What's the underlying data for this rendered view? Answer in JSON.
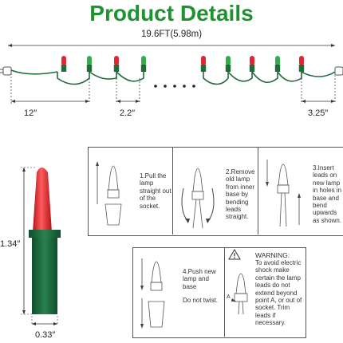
{
  "page": {
    "title": "Product Details",
    "title_color": "#1e9130",
    "wire_color": "#1f6b3a",
    "bulb_red": "#e0262e",
    "bulb_green": "#2fae4a"
  },
  "string_diagram": {
    "total_length": "19.6FT(5.98m)",
    "lead_length": "12″",
    "bulb_spacing": "2.2″",
    "end_length": "3.25″"
  },
  "bulb": {
    "height": "1.34″",
    "base_width": "0.33″"
  },
  "steps": [
    {
      "label": "1.Pull the lamp straight out of the socket."
    },
    {
      "label": "2.Remove old lamp from inner base by bending leads straight."
    },
    {
      "label": "3.Insert leads on new lamp in holes in base and bend upwards as shown."
    },
    {
      "label": "4.Push new lamp and base",
      "note": "Do not twist."
    }
  ],
  "warning": {
    "heading": "WARNING:",
    "text": "To avoid electric shock make certain the lamp leads do not extend beyond point A, or out of socket. Trim leads if necessary.",
    "point_label": "A"
  }
}
